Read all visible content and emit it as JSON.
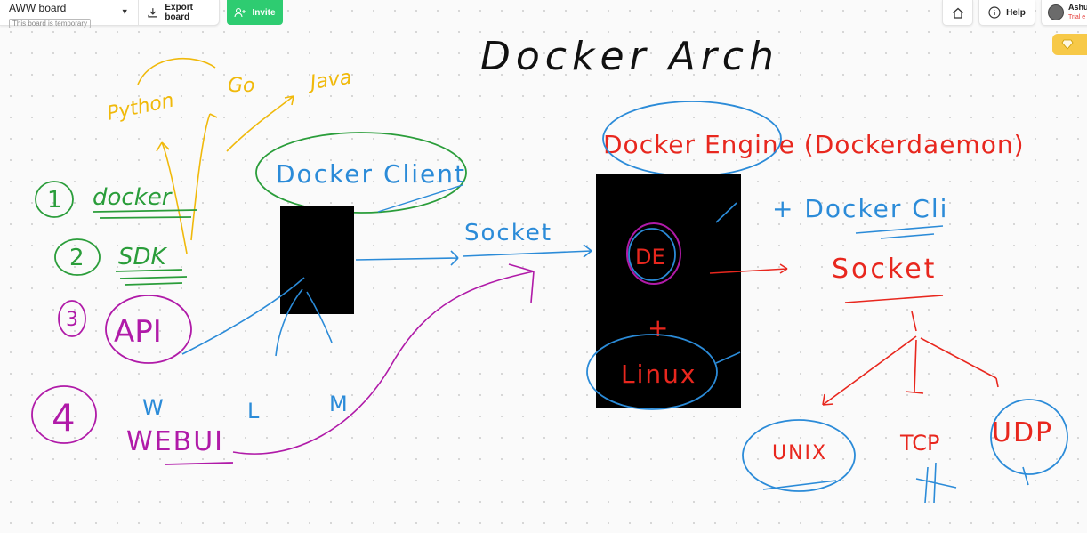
{
  "board": {
    "name": "AWW board",
    "temp_badge": "This board is temporary"
  },
  "toolbar": {
    "export_label": "Export board",
    "invite_label": "Invite",
    "help_label": "Help"
  },
  "user": {
    "name": "Ashu",
    "status": "Trial e"
  },
  "canvas": {
    "title": "Docker Arch",
    "languages": [
      "Python",
      "Go",
      "Java"
    ],
    "client_list": {
      "numbers": [
        "1",
        "2",
        "3",
        "4"
      ],
      "items": [
        "docker",
        "SDK",
        "API",
        "WEBUI"
      ]
    },
    "client_label": "Docker Client",
    "os_letters": [
      "W",
      "L",
      "M"
    ],
    "socket_left": "Socket",
    "engine_label": "Docker Engine (Dockerdaemon)",
    "de_label": "DE",
    "plus": "+",
    "linux_label": "Linux",
    "right_items": {
      "cli": "+ Docker Cli",
      "socket": "Socket"
    },
    "socket_types": [
      "UNIX",
      "TCP",
      "UDP"
    ]
  },
  "colors": {
    "green": "#2a9d3a",
    "blue": "#2b8bd8",
    "red": "#e8271e",
    "purple": "#b01aa8",
    "yellow": "#f0b90b",
    "accent": "#2ecc71"
  }
}
